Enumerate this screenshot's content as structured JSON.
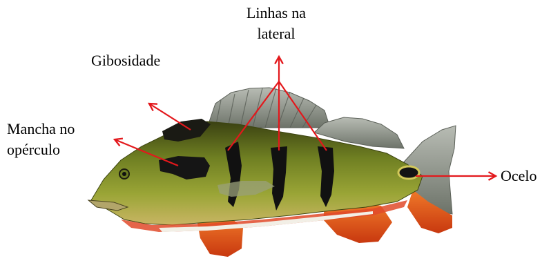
{
  "labels": {
    "lateral_line1": "Linhas na",
    "lateral_line2": "lateral",
    "gibosidade": "Gibosidade",
    "mancha_line1": "Mancha no",
    "mancha_line2": "opérculo",
    "ocelo": "Ocelo"
  },
  "colors": {
    "arrow": "#e3181c",
    "body_green": "#7a8e2a",
    "body_olive": "#4e5a1a",
    "bar_black": "#111111",
    "fin_orange": "#e4571c",
    "fin_grey": "#8f948c",
    "belly_white": "#f2efe6"
  },
  "icons": {
    "fish": "peacock-bass-illustration",
    "arrow": "red-arrow"
  }
}
